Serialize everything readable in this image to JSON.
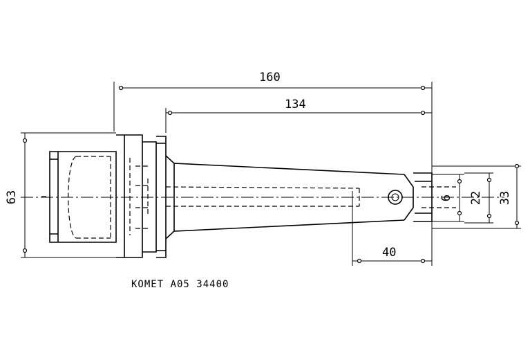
{
  "dimensions": {
    "overall_length": "160",
    "shank_length": "134",
    "flange_diameter": "63",
    "tip_length": "40",
    "bore_6": "6",
    "bore_22": "22",
    "bore_33": "33"
  },
  "caption": "KOMET A05 34400"
}
